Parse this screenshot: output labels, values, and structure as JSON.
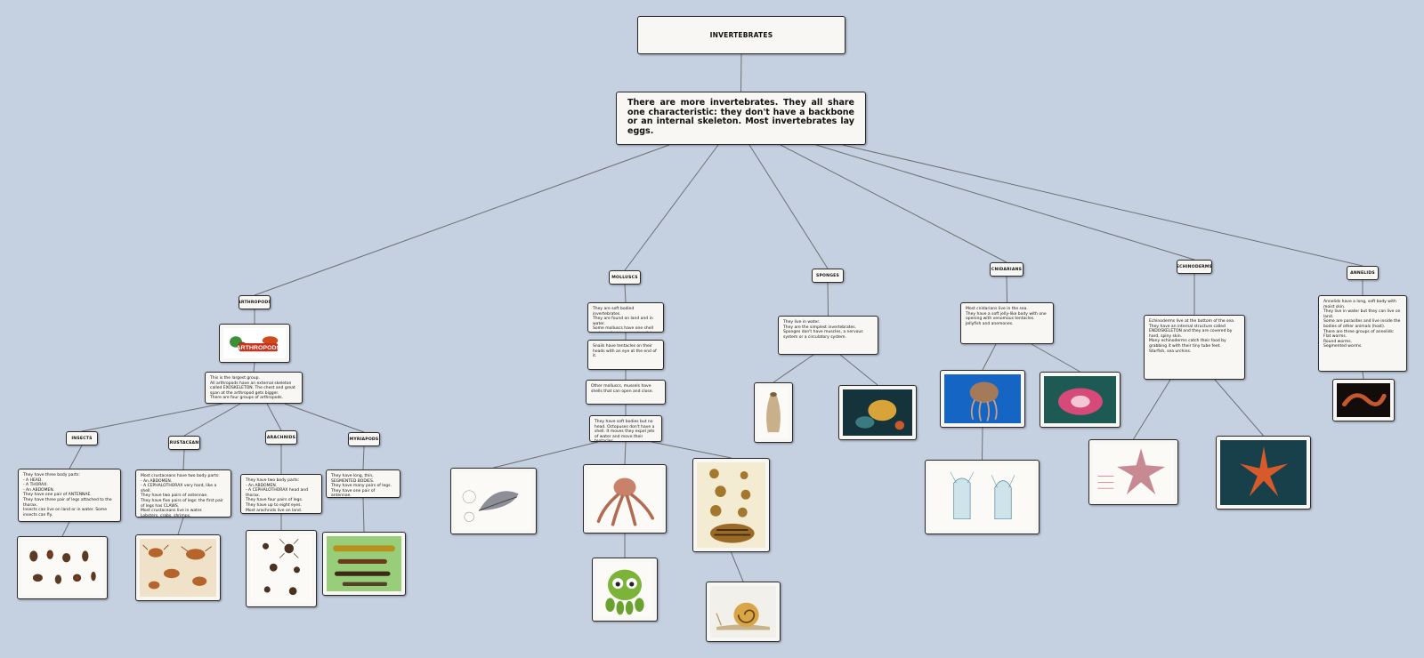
{
  "title": "INVERTEBRATES",
  "intro": "There are more invertebrates. They all share one characteristic: they don't have a backbone or an internal skeleton. Most invertebrates lay eggs.",
  "groups": {
    "arthropods": {
      "label": "ARTHROPODS",
      "logo_text": "ARTHROPODS",
      "description": "This is the largest group.\nAll arthropods have an external skeleton called EXOSKELETON. The chest and great span at the arthropod gets bigger.\nThere are four groups of arthropods.",
      "subgroups": {
        "insects": {
          "label": "INSECTS",
          "description": "They have three body parts:\n   - A HEAD.\n   - A THORAX.\n   - An ABDOMEN.\nThey have one pair of ANTENNAE.\nThey have three pair of legs attached to the thorax.\nInsects can live on land or in water. Some insects can fly."
        },
        "crustaceans": {
          "label": "CRUSTACEANS",
          "description": "Most crustaceans have two body parts:\n   - An ABDOMEN.\n   - A CEPHALOTHORAX very hard, like a shell.\nThey have two pairs of antennae.\nThey have five pairs of legs: the first pair of legs has CLAWS.\nMost crustaceans live in water.\nLobsters, crabs, shrimps."
        },
        "arachnids": {
          "label": "ARACHNIDS",
          "description": "They have two body parts:\n   - An ABDOMEN.\n   - A CEPHALOTHORAX head and thorax.\nThey have four pairs of legs.\nThey have up to eight eyes.\nMost arachnids live on land."
        },
        "myriapods": {
          "label": "MYRIAPODS",
          "description": "They have long, thin, SEGMENTED BODIES.\nThey have many pairs of legs.\nThey have one pair of antennae.\nThey live on dark, damp places."
        }
      }
    },
    "molluscs": {
      "label": "MOLLUSCS",
      "description1": "They are soft bodied invertebrates.\nThey are found on land and in water.\nSome molluscs have one shell and one foot to move (snails).",
      "description2": "Snails have tentacles on their heads with an eye at the end of it.",
      "description3": "Other molluscs, mussels have shells that can open and close.",
      "description4": "They have soft bodies but no head. Octopuses don't have a shell. It moves they expel jets of water and move their tentacles."
    },
    "sponges": {
      "label": "SPONGES",
      "description": "They live in water.\nThey are the simplest invertebrates.\nSponges don't have muscles, a nervous system or a circulatory system."
    },
    "cnidarians": {
      "label": "CNIDARIANS",
      "description": "Most cnidarians live in the sea.\nThey have a soft jelly-like body with one opening with venomous tentacles.\nJellyfish and anemones."
    },
    "echinoderms": {
      "label": "ECHINODERMS",
      "description": "Echinoderms live at the bottom of the sea.\nThey have an internal structure called ENDOSKELETON and they are covered by hard, spiny skin.\nMany echinoderms catch their food by grabbing it with their tiny tube feet.\nStarfish, sea urchins."
    },
    "annelids": {
      "label": "ANNELIDS",
      "description": "Annelids have a long, soft body with moist skin.\nThey live in water but they can live on land.\nSome are parasites and live inside the bodies of other animals (host).\nThere are three groups of annelids:\nFlat worms.\nRound worms.\nSegmented worms."
    }
  },
  "colors": {
    "background": "#c5d1e1",
    "node_fill": "#f8f7f4",
    "node_border": "#2b2b2b",
    "connector": "#6f6f6f"
  }
}
